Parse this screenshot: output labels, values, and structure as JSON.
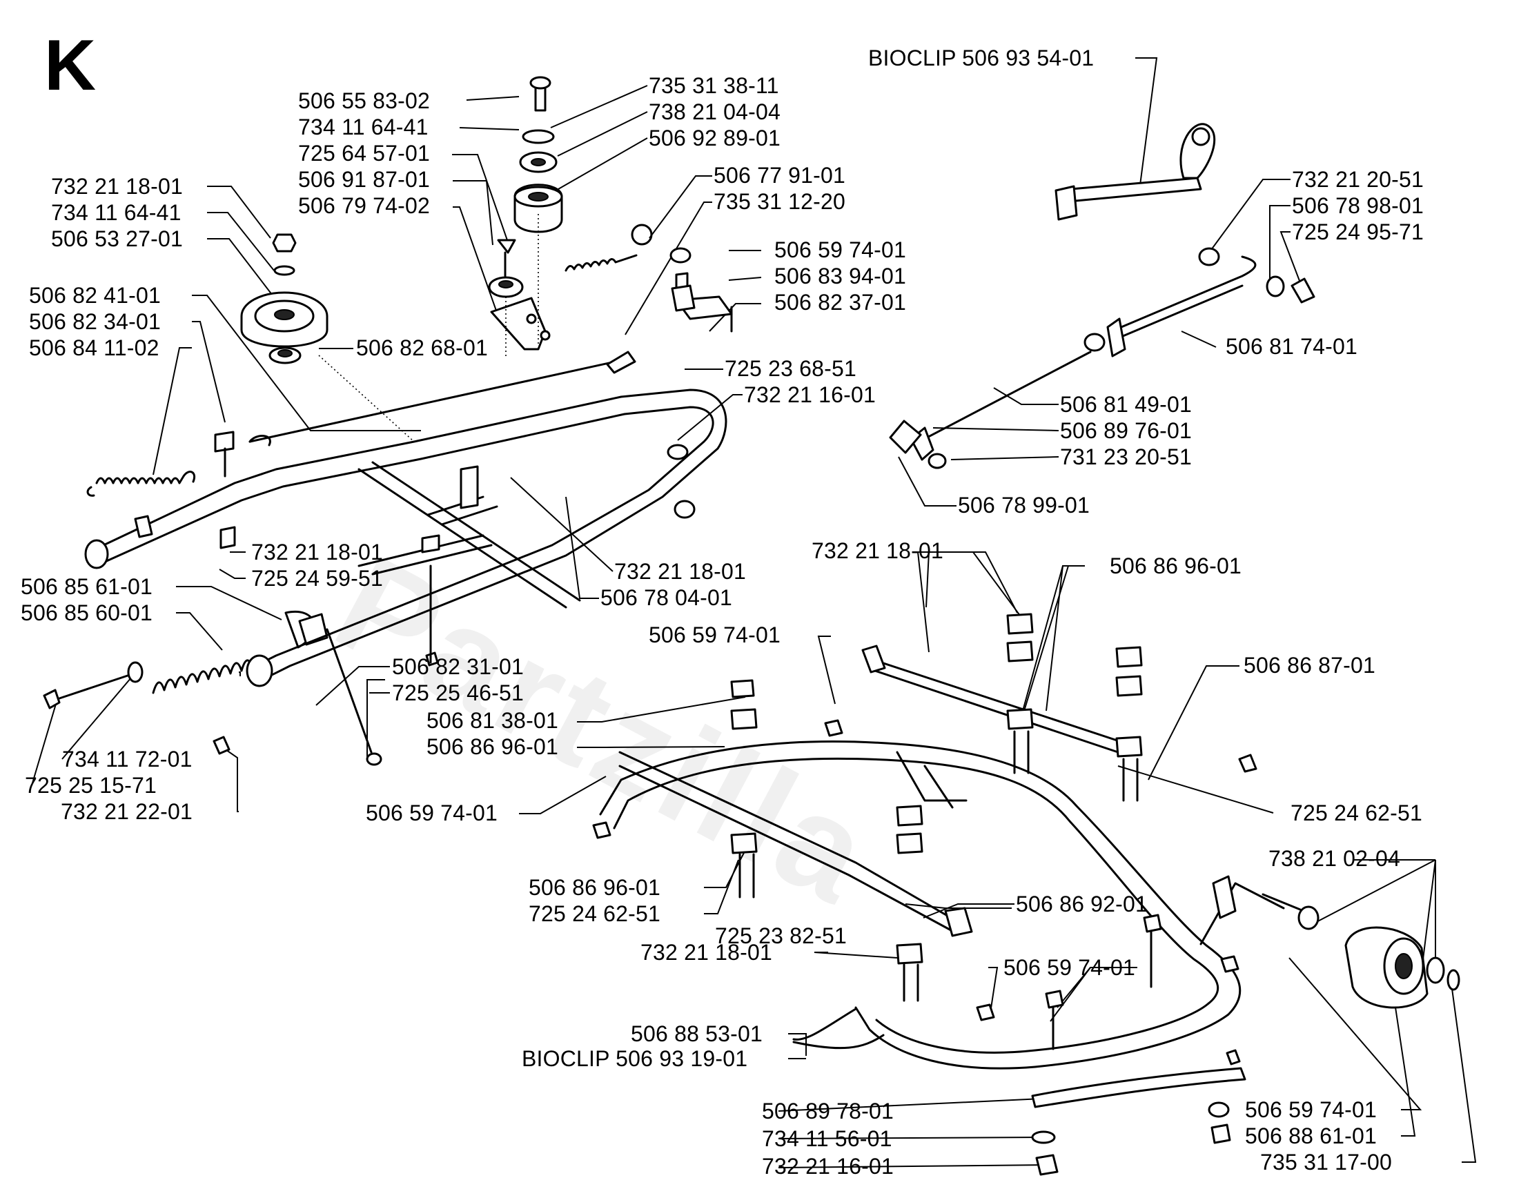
{
  "diagram": {
    "letter": "K",
    "watermark": "Partzilla",
    "labels": [
      "BIOCLIP 506 93 54-01",
      "506 55 83-02",
      "735 31 38-11",
      "738 21 04-04",
      "734 11 64-41",
      "506 92 89-01",
      "725 64 57-01",
      "506 91 87-01",
      "506 79 74-02",
      "732 21 18-01",
      "734 11 64-41",
      "506 53 27-01",
      "506 77 91-01",
      "735 31 12-20",
      "506 59 74-01",
      "506 83 94-01",
      "506 82 37-01",
      "732 21 20-51",
      "506 78 98-01",
      "725 24 95-71",
      "506 82 41-01",
      "506 82 34-01",
      "506 84 11-02",
      "506 82 68-01",
      "725 23 68-51",
      "732 21 16-01",
      "506 81 74-01",
      "506 81 49-01",
      "506 89 76-01",
      "731 23 20-51",
      "506 78 99-01",
      "732 21 18-01",
      "725 24 59-51",
      "732 21 18-01",
      "506 85 61-01",
      "506 78 04-01",
      "506 85 60-01",
      "732 21 18-01",
      "506 86 96-01",
      "506 59 74-01",
      "506 86 87-01",
      "506 82 31-01",
      "725 25 46-51",
      "506 81 38-01",
      "506 86 96-01",
      "734 11 72-01",
      "725 25 15-71",
      "732 21 22-01",
      "506 59 74-01",
      "725 24 62-51",
      "738 21 02-04",
      "506 86 96-01",
      "725 24 62-51",
      "506 86 92-01",
      "725 23 82-51",
      "732 21 18-01",
      "506 59 74-01",
      "506 88 53-01",
      "BIOCLIP 506 93 19-01",
      "506 89 78-01",
      "506 59 74-01",
      "734 11 56-01",
      "506 88 61-01",
      "732 21 16-01",
      "735 31 17-00"
    ]
  }
}
